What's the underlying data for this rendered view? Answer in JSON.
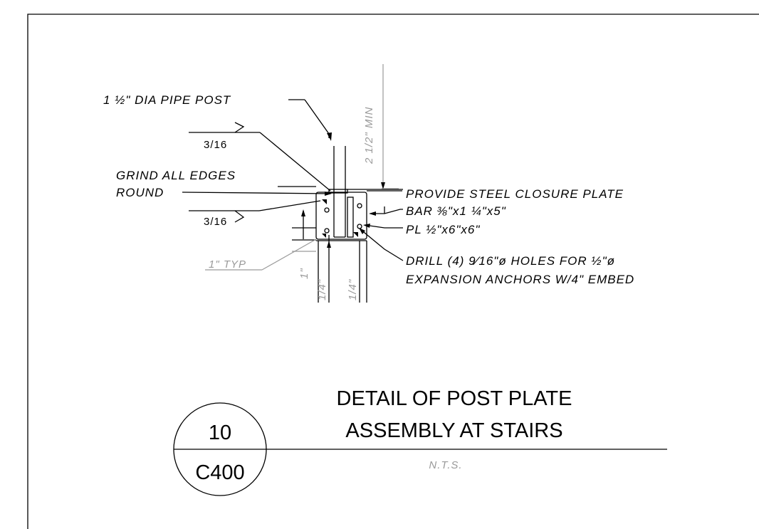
{
  "drawing": {
    "callouts": {
      "pipe_post": "1 ½\" DIA PIPE POST",
      "weld_top": "3/16",
      "grind_line1": "GRIND ALL EDGES",
      "grind_line2": "ROUND",
      "weld_bottom": "3/16",
      "closure_plate": "PROVIDE STEEL CLOSURE PLATE",
      "bar": "BAR ⅜\"x1 ¼\"x5\"",
      "plate": "PL ½\"x6\"x6\"",
      "drill_line1": "DRILL (4) 9⁄16\"ø HOLES FOR ½\"ø",
      "drill_line2": "EXPANSION ANCHORS W/4\" EMBED"
    },
    "dimensions": {
      "min_embed": "2 1/2\" MIN",
      "typ": "1\" TYP",
      "one_inch": "1\"",
      "quarter_left": "1/4\"",
      "quarter_right": "1/4\""
    }
  },
  "title_block": {
    "detail_number": "10",
    "sheet_number": "C400",
    "title_line1": "DETAIL OF POST PLATE",
    "title_line2": "ASSEMBLY AT STAIRS",
    "scale": "N.T.S."
  }
}
